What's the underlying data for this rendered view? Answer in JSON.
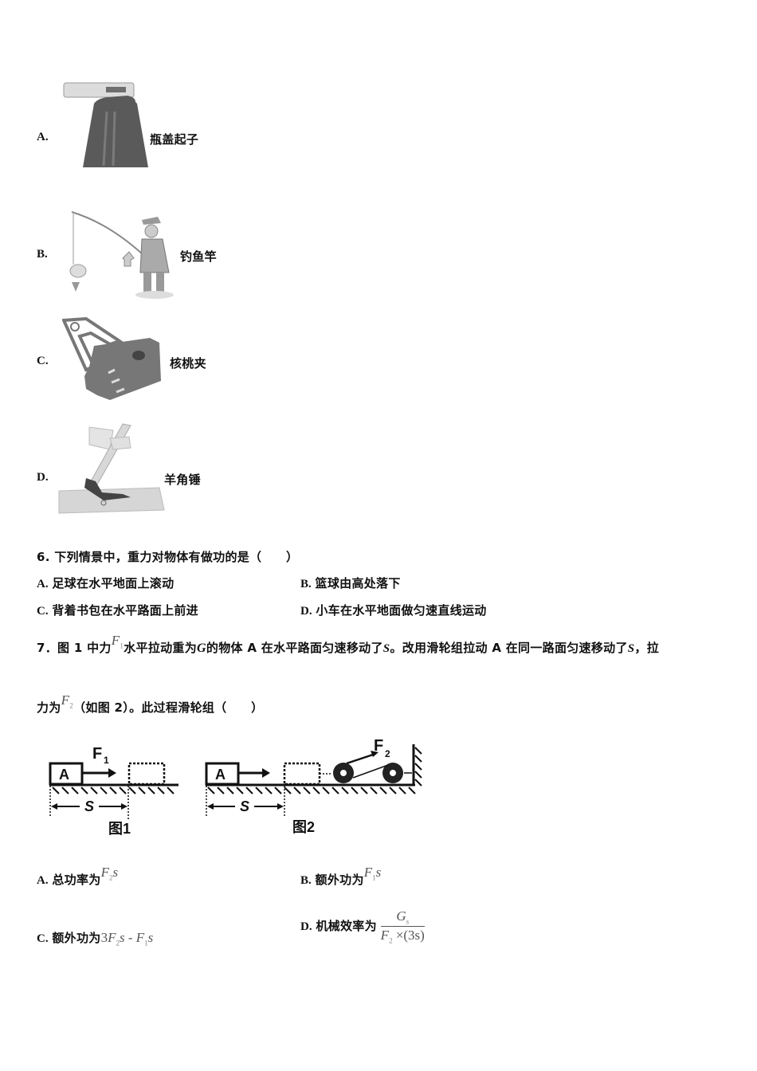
{
  "q5_options": [
    {
      "letter": "A.",
      "label": "瓶盖起子",
      "image": "bottle-opener"
    },
    {
      "letter": "B.",
      "label": "钓鱼竿",
      "image": "fishing-rod"
    },
    {
      "letter": "C.",
      "label": "核桃夹",
      "image": "nutcracker"
    },
    {
      "letter": "D.",
      "label": "羊角锤",
      "image": "claw-hammer"
    }
  ],
  "q6": {
    "stem": "6. 下列情景中，重力对物体有做功的是（　　）",
    "options": [
      {
        "letter": "A.",
        "text": "足球在水平地面上滚动"
      },
      {
        "letter": "B.",
        "text": "篮球由高处落下"
      },
      {
        "letter": "C.",
        "text": "背着书包在水平路面上前进"
      },
      {
        "letter": "D.",
        "text": "小车在水平地面做匀速直线运动"
      }
    ]
  },
  "q7": {
    "line1_parts": {
      "p1": "7．图 1 中力",
      "f1_var": "F",
      "f1_sub": "1",
      "p2": "水平拉动重为",
      "g_var": "G",
      "p3": "的物体 A 在水平路面匀速移动了",
      "s1": "S",
      "p4": "。改用滑轮组拉动 A 在同一路面匀速移动了",
      "s2": "S",
      "p5": "，拉"
    },
    "line2_parts": {
      "p1": "力为",
      "f2_var": "F",
      "f2_sub": "2",
      "p2": "（如图 2）",
      "p3": "。此过程滑轮组（　　）"
    },
    "figure1": {
      "caption": "图1",
      "block": "A",
      "force": "F",
      "force_sub": "1",
      "distance": "S"
    },
    "figure2": {
      "caption": "图2",
      "block": "A",
      "force": "F",
      "force_sub": "2",
      "distance": "S"
    },
    "options": [
      {
        "letter": "A.",
        "text": "总功率为",
        "math": {
          "var": "F",
          "sub": "2",
          "tail": "s"
        }
      },
      {
        "letter": "B.",
        "text": "额外功为",
        "math": {
          "var": "F",
          "sub": "1",
          "tail": "s"
        }
      },
      {
        "letter": "C.",
        "text": "额外功为",
        "math": {
          "pre": "3",
          "var": "F",
          "sub": "2",
          "mid": "s - ",
          "var2": "F",
          "sub2": "1",
          "tail": "s"
        }
      },
      {
        "letter": "D.",
        "text": "机械效率为",
        "math": {
          "num_var": "G",
          "num_sub": "s",
          "den_var": "F",
          "den_sub": "2",
          "den_tail": " ×(3s)"
        }
      }
    ]
  }
}
